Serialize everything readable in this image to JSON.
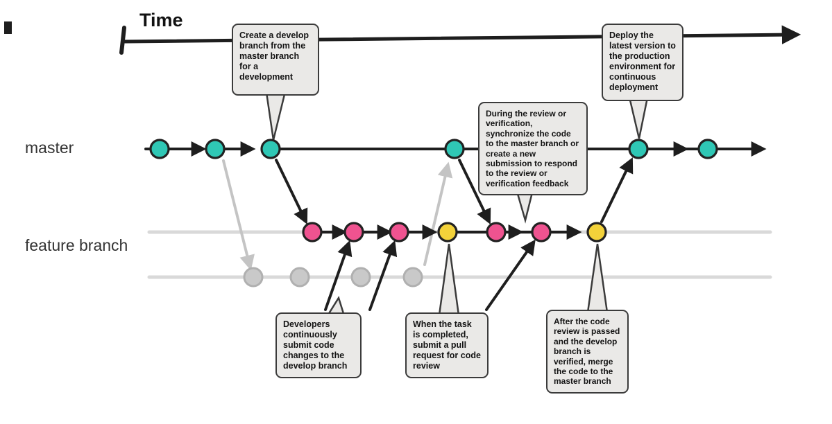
{
  "labels": {
    "time": "Time",
    "master": "master",
    "feature_branch": "feature branch"
  },
  "callouts": {
    "create_develop": "Create a develop branch from the master branch for a development",
    "review_sync": "During the review or verification, synchronize the code to the master branch or create a new submission to respond to the review or verification feedback",
    "deploy": "Deploy the latest version to the production environment for continuous deployment",
    "developers_submit": "Developers continuously submit code changes to the develop branch",
    "pull_request": "When the task is completed, submit a pull request for code review",
    "merge_master": "After the code review is passed and the develop branch is verified, merge the code to the master branch"
  },
  "graph": {
    "master_commits": 6,
    "feature_commits": 5,
    "milestone_commits": 2,
    "ghost_commits": 4
  },
  "colors": {
    "master_commit": "#2fc7b5",
    "feature_commit": "#ef5390",
    "milestone_commit": "#f3d23a",
    "ghost_commit": "#c9c9c9",
    "dark_line": "#1e1e1e",
    "light_line": "#d9d9d9",
    "ghost_arrow": "#c4c4c4",
    "bubble_fill": "#eae9e7",
    "bubble_border": "#3b3b3b"
  }
}
